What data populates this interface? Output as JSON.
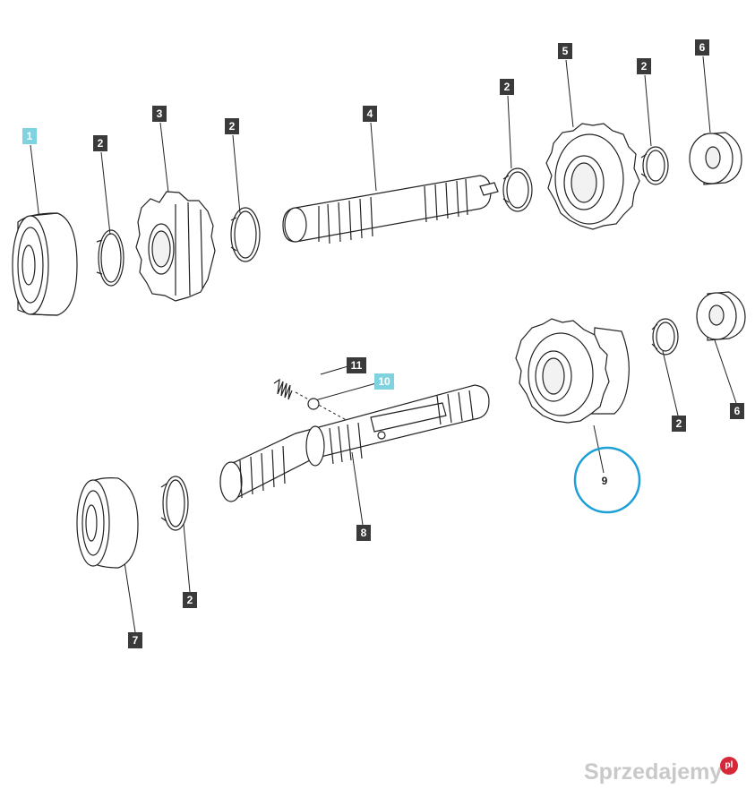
{
  "diagram": {
    "callouts": [
      {
        "id": "c1-1",
        "text": "1",
        "highlight": true
      },
      {
        "id": "c2-a",
        "text": "2",
        "highlight": false
      },
      {
        "id": "c3",
        "text": "3",
        "highlight": false
      },
      {
        "id": "c2-b",
        "text": "2",
        "highlight": false
      },
      {
        "id": "c4",
        "text": "4",
        "highlight": false
      },
      {
        "id": "c2-c",
        "text": "2",
        "highlight": false
      },
      {
        "id": "c5",
        "text": "5",
        "highlight": false
      },
      {
        "id": "c2-d",
        "text": "2",
        "highlight": false
      },
      {
        "id": "c6-a",
        "text": "6",
        "highlight": false
      },
      {
        "id": "c11",
        "text": "11",
        "highlight": false
      },
      {
        "id": "c10",
        "text": "10",
        "highlight": true
      },
      {
        "id": "c2-e",
        "text": "2",
        "highlight": false
      },
      {
        "id": "c6-b",
        "text": "6",
        "highlight": false
      },
      {
        "id": "c9",
        "text": "9",
        "highlight": false
      },
      {
        "id": "c8",
        "text": "8",
        "highlight": false
      },
      {
        "id": "c2-f",
        "text": "2",
        "highlight": false
      },
      {
        "id": "c7",
        "text": "7",
        "highlight": false
      }
    ],
    "circled_part": "9"
  },
  "watermark": {
    "text": "Sprzedajemy",
    "badge": "pl"
  },
  "colors": {
    "callout_dark": "#3a3a3a",
    "callout_highlight": "#7fd3e0",
    "circle_marker": "#1e9fd6",
    "line": "#222222"
  }
}
